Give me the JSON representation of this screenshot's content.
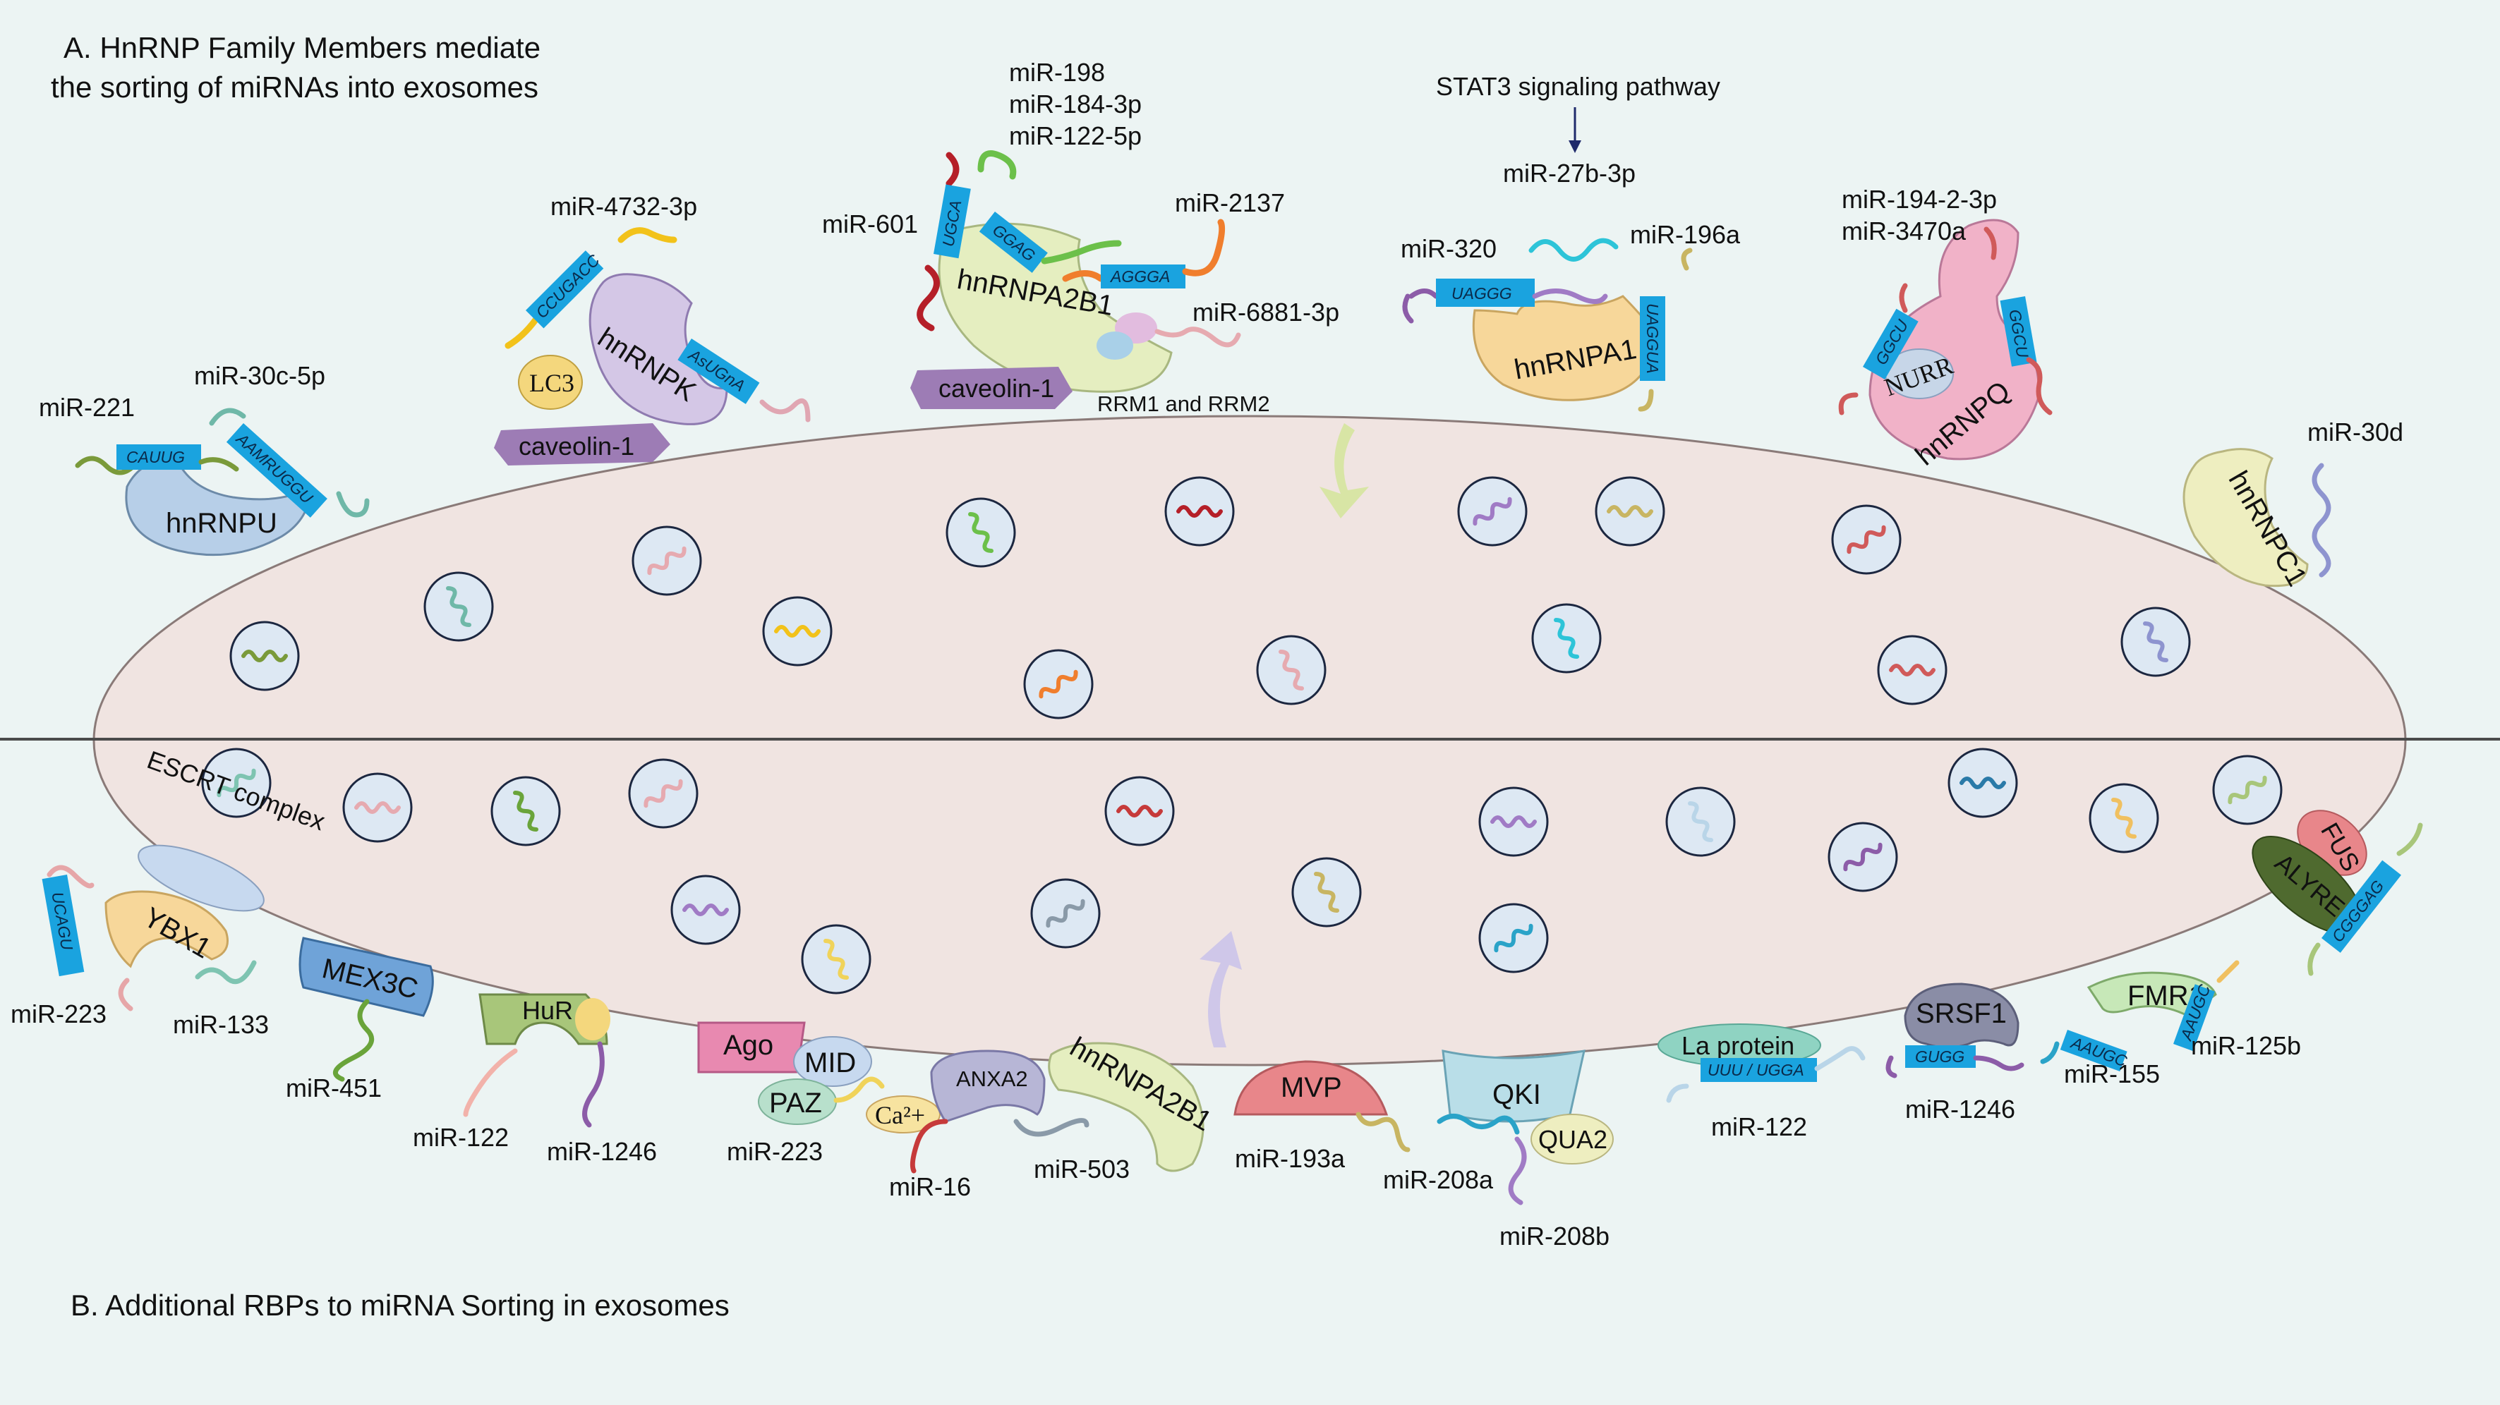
{
  "captions": {
    "a_line1": "A. HnRNP Family Members mediate",
    "a_line2": "the sorting of miRNAs into exosomes",
    "b": "B. Additional RBPs to miRNA Sorting in exosomes",
    "stat3": "STAT3 signaling pathway",
    "rrm": "RRM1 and RRM2",
    "escrt": "ESCRT complex"
  },
  "proteins": {
    "hnrnpu": "hnRNPU",
    "hnrnpk": "hnRNPK",
    "lc3": "LC3",
    "caveolin_k": "caveolin-1",
    "hnrnpa2b1": "hnRNPA2B1",
    "caveolin_a2": "caveolin-1",
    "hnrnpa1": "hnRNPA1",
    "hnrnpq": "hnRNPQ",
    "nurr": "NURR",
    "hnrnpc1": "hnRNPC1",
    "ybx1": "YBX1",
    "mex3c": "MEX3C",
    "hur": "HuR",
    "ago": "Ago",
    "mid": "MID",
    "paz": "PAZ",
    "ca": "Ca²+",
    "anxa2": "ANXA2",
    "hnrnpa2b1_b": "hnRNPA2B1",
    "mvp": "MVP",
    "qki": "QKI",
    "qua2": "QUA2",
    "la": "La protein",
    "srsf1": "SRSF1",
    "fmr1": "FMR1",
    "fus": "FUS",
    "alyref": "ALYREF"
  },
  "mirnas": {
    "m221": "miR-221",
    "m30c": "miR-30c-5p",
    "m4732": "miR-4732-3p",
    "m601": "miR-601",
    "m198": "miR-198",
    "m184": "miR-184-3p",
    "m122_5p": "miR-122-5p",
    "m2137": "miR-2137",
    "m6881": "miR-6881-3p",
    "m27b": "miR-27b-3p",
    "m320": "miR-320",
    "m196a": "miR-196a",
    "m194": "miR-194-2-3p",
    "m3470": "miR-3470a",
    "m30d": "miR-30d",
    "m223a": "miR-223",
    "m133": "miR-133",
    "m451": "miR-451",
    "m122a": "miR-122",
    "m1246a": "miR-1246",
    "m223b": "miR-223",
    "m16": "miR-16",
    "m503": "miR-503",
    "m193a": "miR-193a",
    "m208a": "miR-208a",
    "m208b": "miR-208b",
    "m122b": "miR-122",
    "m1246b": "miR-1246",
    "m155": "miR-155",
    "m125b": "miR-125b"
  },
  "motifs": {
    "cauug": "CAUUG",
    "aamrugg": "AAMRUGGU",
    "ccugacc": "CCUGACC",
    "asugna": "AsUGnA",
    "ugca": "UGCA",
    "ggag": "GGAG",
    "aggga": "AGGGA",
    "uaggg": "UAGGG",
    "uagga": "UAGGUA",
    "ggcu_l": "GGCU",
    "ggcu_r": "GGCU",
    "ucagu": "UCAGU",
    "uuu_ugga": "UUU / UGGA",
    "gugg": "GUGG",
    "aaugc_l": "AAUGC",
    "aaugc_r": "AAUGC",
    "cgggag": "CGGGAG"
  },
  "colors": {
    "background": "#ecf4f3",
    "exosome": "#f0e4e1",
    "motif_tag": "#1aa3df",
    "caveolin": "#9d7cb5",
    "hnrnpa2b1": "#e5eec0",
    "hnrnpk": "#d4c7e6",
    "hnrnpu": "#b7cfe8",
    "hnrnpq": "#f1b2c8"
  }
}
